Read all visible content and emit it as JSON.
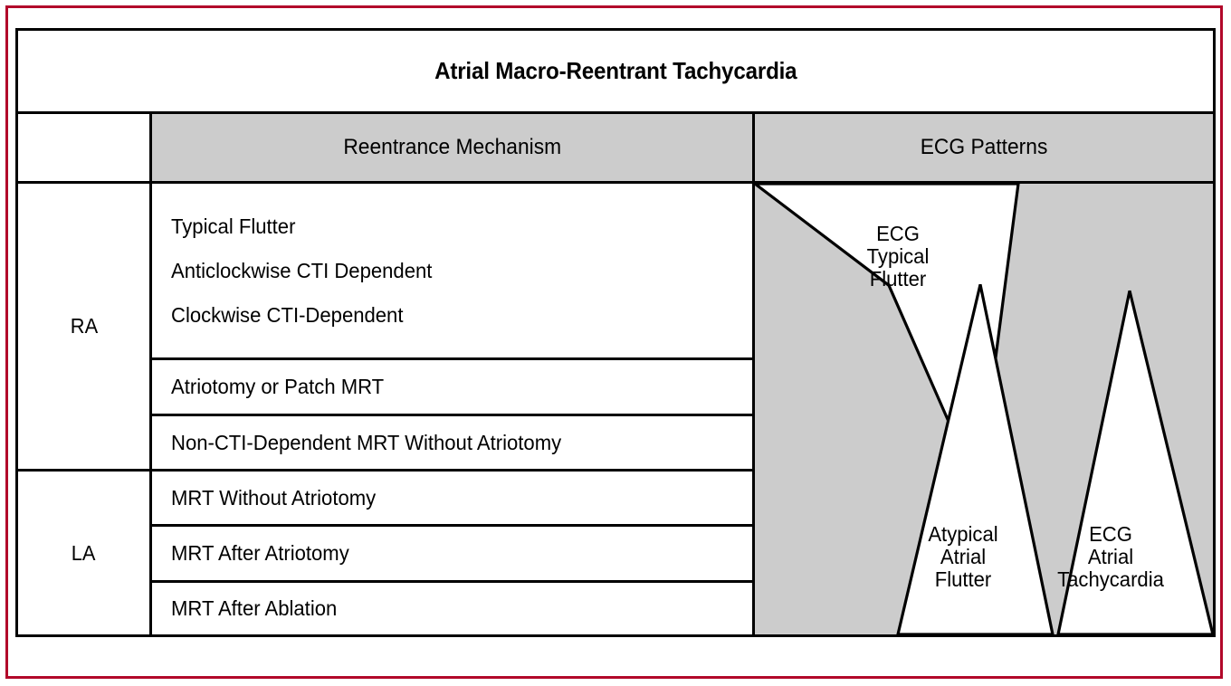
{
  "title": "Atrial Macro-Reentrant Tachycardia",
  "headers": {
    "corner": "",
    "mechanism": "Reentrance Mechanism",
    "ecg": "ECG Patterns"
  },
  "chambers": {
    "ra": "RA",
    "la": "LA"
  },
  "mechanisms": {
    "ra_grouped": [
      "Typical Flutter",
      "Anticlockwise CTI Dependent",
      "Clockwise CTI-Dependent"
    ],
    "ra_rows": [
      "Atriotomy or Patch MRT",
      "Non-CTI-Dependent MRT Without Atriotomy"
    ],
    "la_rows": [
      "MRT Without Atriotomy",
      "MRT After Atriotomy",
      "MRT After Ablation"
    ]
  },
  "ecg_patterns": {
    "typical_flutter": "ECG\nTypical\nFlutter",
    "typical_flutter_lines": [
      "ECG",
      "Typical",
      "Flutter"
    ],
    "atypical_flutter_lines": [
      "Atypical",
      "Atrial",
      "Flutter"
    ],
    "atrial_tachycardia_lines": [
      "ECG",
      "Atrial",
      "Tachycardia"
    ]
  },
  "colors": {
    "frame_red": "#b2082a",
    "header_gray": "#cccccc",
    "line_black": "#000000",
    "fill_white": "#ffffff"
  }
}
